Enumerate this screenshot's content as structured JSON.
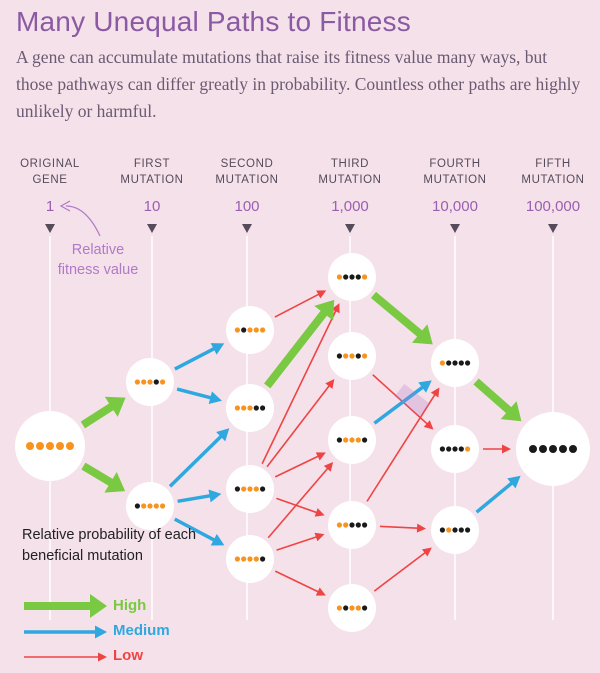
{
  "title": "Many Unequal Paths to Fitness",
  "subtitle": "A gene can accumulate mutations that raise its fitness value many ways, but those pathways can differ greatly in probability. Countless other paths are highly unlikely or harmful.",
  "columns": [
    {
      "label": "ORIGINAL\nGENE",
      "value": "1"
    },
    {
      "label": "FIRST\nMUTATION",
      "value": "10"
    },
    {
      "label": "SECOND\nMUTATION",
      "value": "100"
    },
    {
      "label": "THIRD\nMUTATION",
      "value": "1,000"
    },
    {
      "label": "FOURTH\nMUTATION",
      "value": "10,000"
    },
    {
      "label": "FIFTH\nMUTATION",
      "value": "100,000"
    }
  ],
  "annotation": "Relative fitness value",
  "legend": {
    "title": "Relative probability of each beneficial mutation",
    "items": [
      {
        "label": "High",
        "color": "#7ac943"
      },
      {
        "label": "Medium",
        "color": "#2fa8df"
      },
      {
        "label": "Low",
        "color": "#ef4444"
      }
    ]
  },
  "colors": {
    "background": "#f5e1ea",
    "dot_original": "#f7931e",
    "dot_mutated": "#1a1a1a",
    "high": "#7ac943",
    "medium": "#2fa8df",
    "low": "#ef4444"
  }
}
